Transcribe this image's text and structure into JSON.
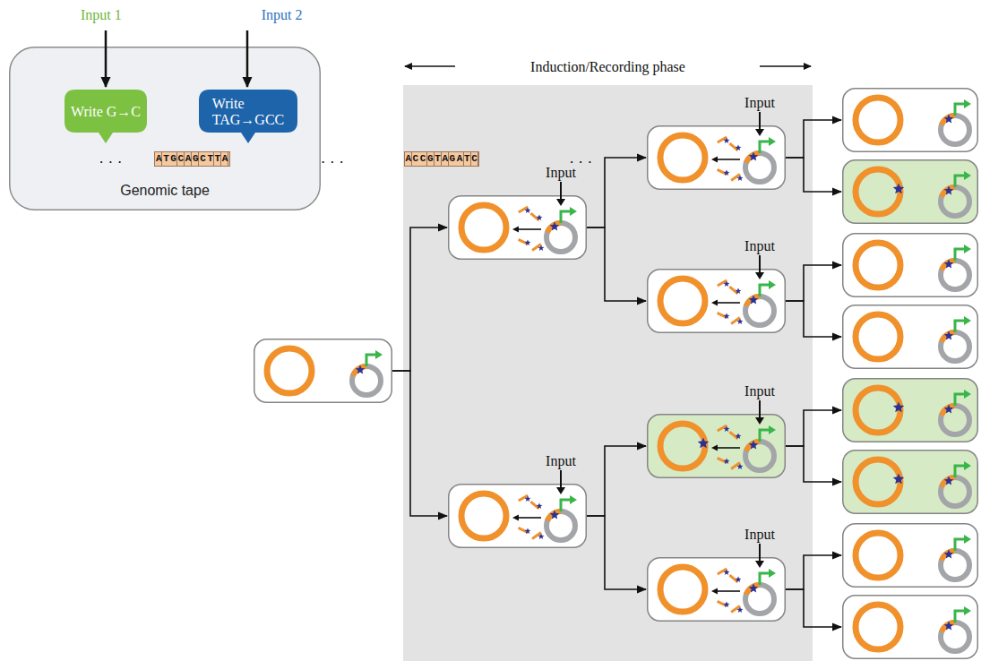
{
  "diagram": {
    "nodes": [
      {
        "text": [
          "Genomic tape"
        ]
      },
      {
        "text": [
          "Write G→C"
        ],
        "in": 0
      },
      {
        "text": [
          "Write TAG→GCC"
        ],
        "in": 0
      },
      {
        "text": [
          "Induction/Recording phase"
        ]
      },
      {
        "text": []
      },
      {
        "text": [
          "Input"
        ],
        "in": 3
      },
      {
        "text": [
          "Input"
        ],
        "in": 3
      },
      {
        "text": [
          "Input"
        ],
        "in": 3
      },
      {
        "text": [
          "Input"
        ],
        "in": 3
      },
      {
        "text": [
          "Input"
        ],
        "in": 3
      },
      {
        "text": [
          "Input"
        ],
        "in": 3
      },
      {
        "text": []
      },
      {
        "text": []
      },
      {
        "text": []
      },
      {
        "text": []
      },
      {
        "text": []
      },
      {
        "text": []
      },
      {
        "text": []
      },
      {
        "text": []
      }
    ],
    "edges": [
      {
        "from": 4,
        "to": 5,
        "arrow": "to"
      },
      {
        "from": 4,
        "to": 6,
        "arrow": "to"
      },
      {
        "from": 5,
        "to": 7,
        "arrow": "to"
      },
      {
        "from": 5,
        "to": 8,
        "arrow": "to"
      },
      {
        "from": 6,
        "to": 9,
        "arrow": "to"
      },
      {
        "from": 6,
        "to": 10,
        "arrow": "to"
      },
      {
        "from": 7,
        "to": 11,
        "arrow": "to"
      },
      {
        "from": 7,
        "to": 12,
        "arrow": "to"
      },
      {
        "from": 8,
        "to": 13,
        "arrow": "to"
      },
      {
        "from": 8,
        "to": 14,
        "arrow": "to"
      },
      {
        "from": 9,
        "to": 15,
        "arrow": "to"
      },
      {
        "from": 9,
        "to": 16,
        "arrow": "to"
      },
      {
        "from": 10,
        "to": 17,
        "arrow": "to"
      },
      {
        "from": 10,
        "to": 18,
        "arrow": "to"
      }
    ],
    "labels": [
      "Input 1",
      "Input 2",
      "...",
      "ATGCAGCTTA",
      "...",
      "ACCGTAGATC",
      "..."
    ]
  }
}
